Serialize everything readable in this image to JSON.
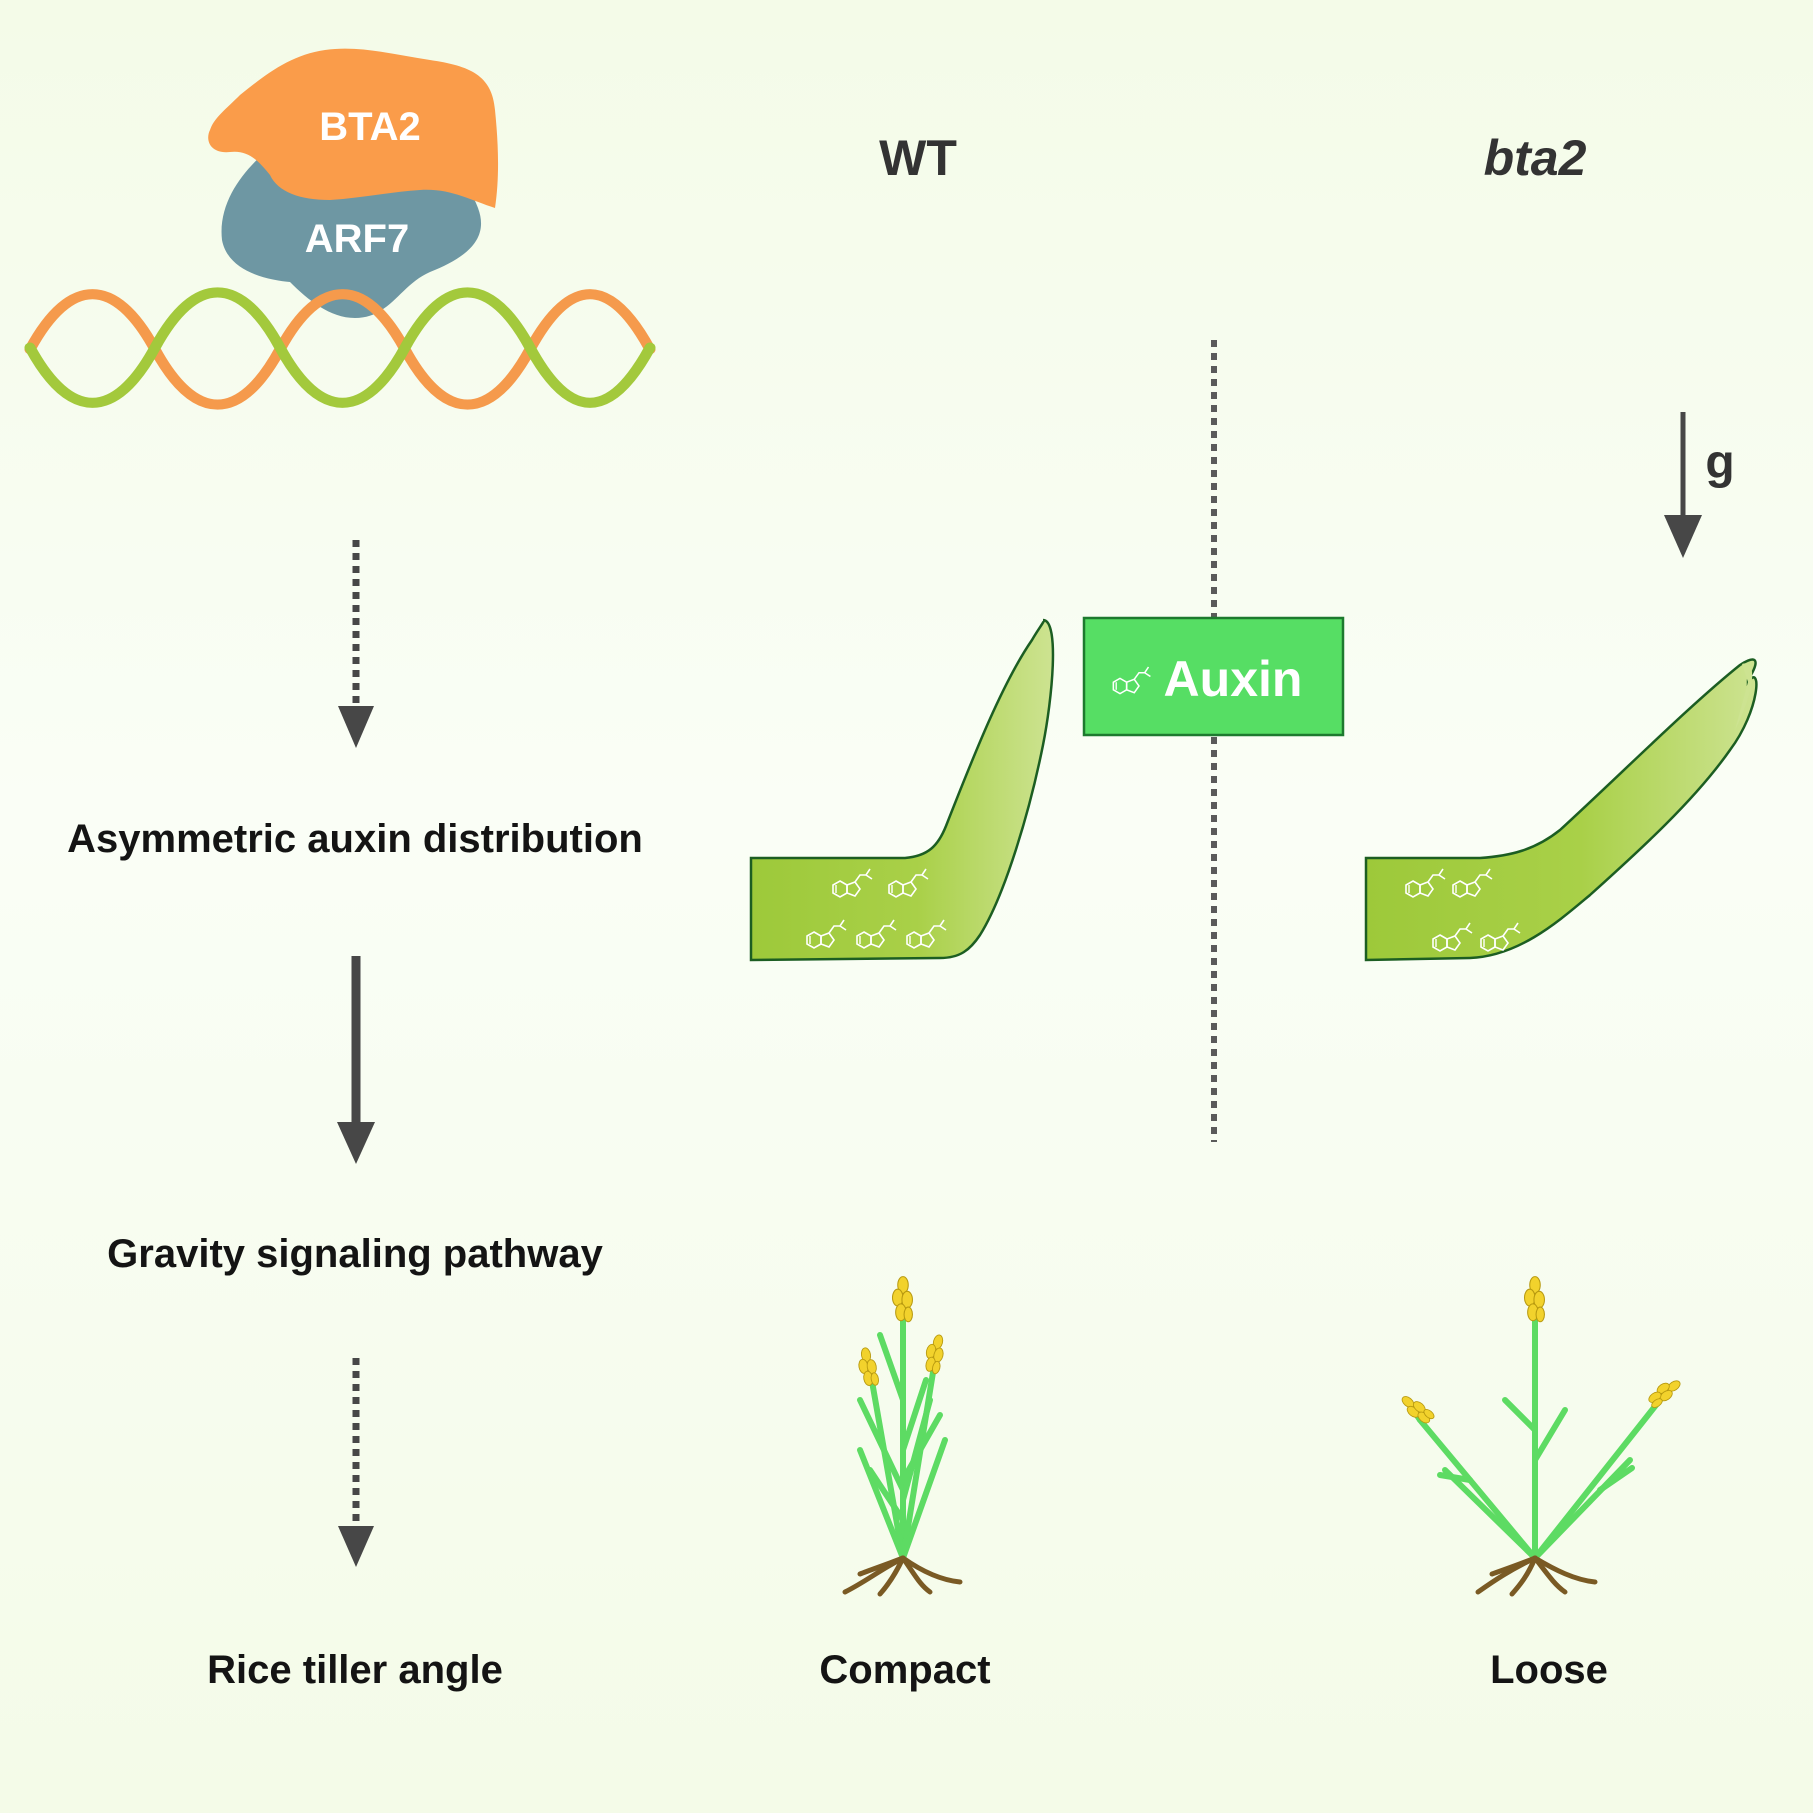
{
  "labels": {
    "protein_top": "BTA2",
    "protein_bottom": "ARF7",
    "header_wt": "WT",
    "header_mutant": "bta2",
    "gravity": "g",
    "auxin_box": "Auxin",
    "step_asymmetric": "Asymmetric auxin distribution",
    "step_gravity": "Gravity signaling pathway",
    "step_tiller": "Rice tiller angle",
    "phenotype_wt": "Compact",
    "phenotype_mutant": "Loose"
  },
  "colors": {
    "background_top": "#f4fbe8",
    "background_mid": "#fafef6",
    "bta2": "#fa9c4a",
    "arf7": "#6e97a3",
    "dna_strand_a": "#f59a4c",
    "dna_strand_b": "#a3c93c",
    "organ_fill_dark": "#9dc93a",
    "organ_fill_light": "#cde391",
    "organ_stroke": "#1c5e22",
    "auxin_box_fill": "#56de64",
    "auxin_box_stroke": "#1d7a2e",
    "arrow": "#474747",
    "plant_stem": "#5ddb63",
    "plant_panicle": "#f2d22c",
    "plant_root": "#7a5a24"
  },
  "icons": [
    "auxin-molecule-icon",
    "gravity-arrow-icon",
    "dna-helix-icon",
    "rice-plant-icon"
  ]
}
